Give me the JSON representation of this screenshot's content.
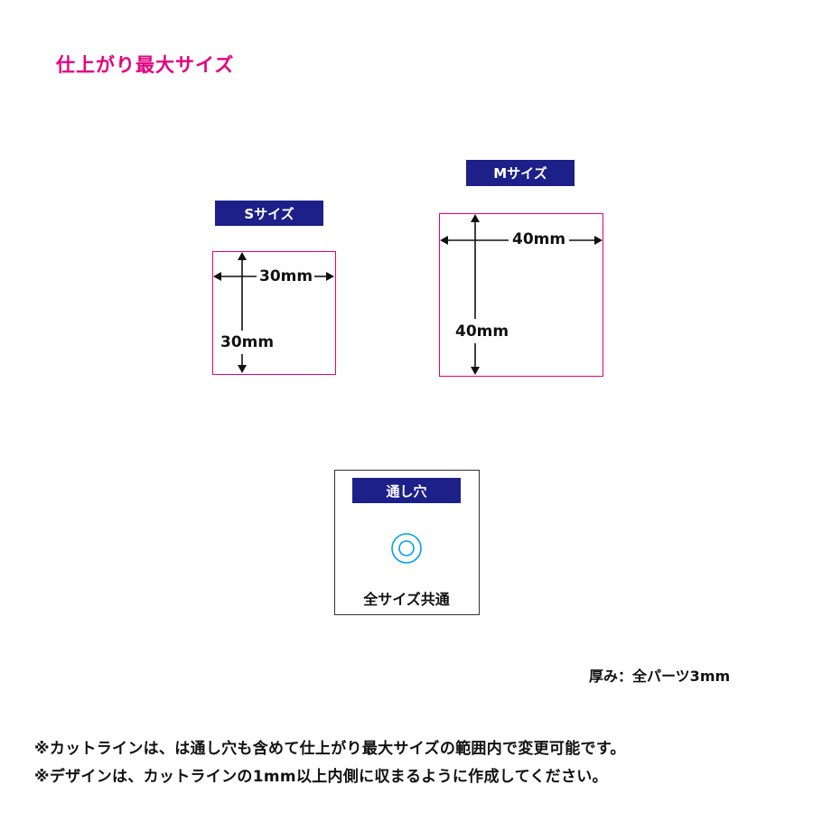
{
  "title": "仕上がり最大サイズ",
  "sizes": {
    "s": {
      "label": "Sサイズ",
      "width": "30mm",
      "height": "30mm"
    },
    "m": {
      "label": "Mサイズ",
      "width": "40mm",
      "height": "40mm"
    }
  },
  "hole": {
    "label": "通し穴",
    "caption": "全サイズ共通"
  },
  "thickness": "厚み：全パーツ3mm",
  "notes": [
    "※カットラインは、は通し穴も含めて仕上がり最大サイズの範囲内で変更可能です。",
    "※デザインは、カットラインの1mm以上内側に収まるように作成してください。"
  ],
  "colors": {
    "accent": "#e4007f",
    "label_bg": "#1d2088",
    "hole_ring": "#00a0e9"
  }
}
